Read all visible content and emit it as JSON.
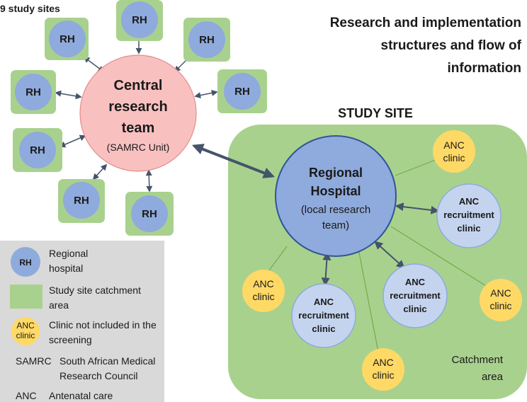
{
  "sites_label": "9 study sites",
  "title_lines": [
    "Research and implementation",
    "structures and flow of",
    "information"
  ],
  "rh_label": "RH",
  "central": {
    "lines": [
      "Central",
      "research",
      "team"
    ],
    "sub": "(SAMRC Unit)"
  },
  "study_site_heading": "STUDY SITE",
  "hospital": {
    "lines": [
      "Regional",
      "Hospital"
    ],
    "sub_lines": [
      "(local research",
      "team)"
    ]
  },
  "anc_label": [
    "ANC",
    "clinic"
  ],
  "recruit_label": [
    "ANC",
    "recruitment",
    "clinic"
  ],
  "catchment_label": [
    "Catchment",
    "area"
  ],
  "legend": {
    "rh_desc": [
      "Regional",
      "hospital"
    ],
    "catchment_desc": [
      "Study site catchment",
      "area"
    ],
    "anc_desc": [
      "Clinic not included in the",
      "screening"
    ],
    "samrc_abbr": "SAMRC",
    "samrc_desc": [
      "South African Medical",
      "Research Council"
    ],
    "anc_abbr": "ANC",
    "anc_full": "Antenatal care"
  },
  "colors": {
    "green": "#a9d18e",
    "blue": "#8faadc",
    "pink": "#f8c1c0",
    "yellow": "#ffd966",
    "light_blue": "#c5d4ee",
    "legend_bg": "#d9d9d9",
    "arrow": "#44546a",
    "line_green": "#70ad47"
  }
}
